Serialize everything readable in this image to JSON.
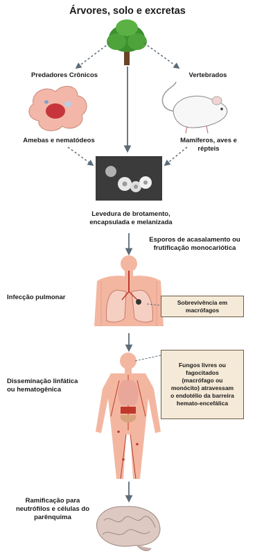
{
  "title": "Árvores, solo e excretas",
  "nodes": {
    "predators": "Predadores Crônicos",
    "vertebrates": "Vertebrados",
    "amoebae": "Amebas e nematódeos",
    "mammals_l1": "Mamíferos, aves e",
    "mammals_l2": "répteis",
    "yeast_l1": "Levedura de brotamento,",
    "yeast_l2": "encapsulada e melanizada",
    "spores_l1": "Esporos de acasalamento ou",
    "spores_l2": "frutificação monocariótica",
    "lung": "Infecção pulmonar",
    "dissem_l1": "Disseminação linfática",
    "dissem_l2": "ou hematogênica",
    "branch_l1": "Ramificação para",
    "branch_l2": "neutrófilos e células do",
    "branch_l3": "parênquima"
  },
  "boxes": {
    "macrophage_l1": "Sobrevivência em",
    "macrophage_l2": "macrófagos",
    "fungi_l1": "Fungos livres ou",
    "fungi_l2": "fagocitados",
    "fungi_l3": "(macrófago ou",
    "fungi_l4": "monócito) atravessam",
    "fungi_l5": "o endotélio da barreira",
    "fungi_l6": "hemato-encefálica"
  },
  "colors": {
    "arrow": "#5c6b78",
    "box_fill": "#f5ead7",
    "tree_green": "#3f8f2f",
    "skin": "#f3b7a1",
    "brain": "#ddc9c2"
  }
}
